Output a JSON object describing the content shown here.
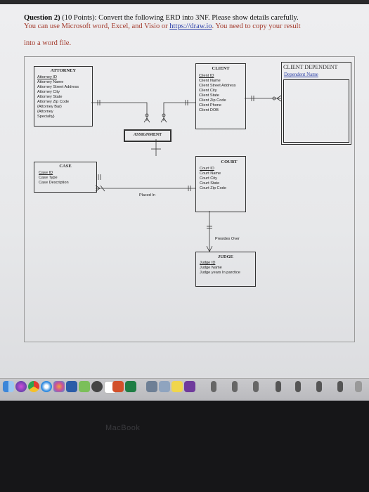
{
  "question": {
    "title_bold": "Question 2)",
    "title_rest": " (10 Points): Convert the following ERD into 3NF. Please show details carefully.",
    "body_pre": "You can use Microsoft word, Excel, and Visio or ",
    "body_link": "https://draw.io",
    "body_post": ". You need to copy your result",
    "body2": "into a word file."
  },
  "erd": {
    "attorney": {
      "title": "ATTORNEY",
      "pk": "Attorney ID",
      "attrs": [
        "Attorney Name",
        "Attorney Street Address",
        "Attorney City",
        "Attorney State",
        "Attorney Zip Code",
        "{Attorney Bar}",
        "{Attorney",
        "Specialty}"
      ]
    },
    "client": {
      "title": "CLIENT",
      "pk": "Client ID",
      "attrs": [
        "Client Name",
        "Client Street Address",
        "Client City",
        "Client State",
        "Client Zip Code",
        "Client Phone",
        "Client DOB"
      ]
    },
    "client_dependent": {
      "title": "CLIENT DEPENDENT",
      "pk": "Dependent Name"
    },
    "assignment": {
      "title": "ASSIGNMENT"
    },
    "case": {
      "title": "CASE",
      "pk": "Case ID",
      "attrs": [
        "Case Type",
        "Case Description"
      ]
    },
    "court": {
      "title": "COURT",
      "pk": "Court ID",
      "attrs": [
        "Court Name",
        "Court City",
        "Court State",
        "Court Zip Code"
      ]
    },
    "judge": {
      "title": "JUDGE",
      "pk": "Judge ID",
      "attrs": [
        "Judge Name",
        "Judge years In parctice"
      ]
    },
    "rel_placed_in": "Placed In",
    "rel_presides_over": "Presides Over"
  },
  "screen": {
    "brand": "MacBook"
  }
}
